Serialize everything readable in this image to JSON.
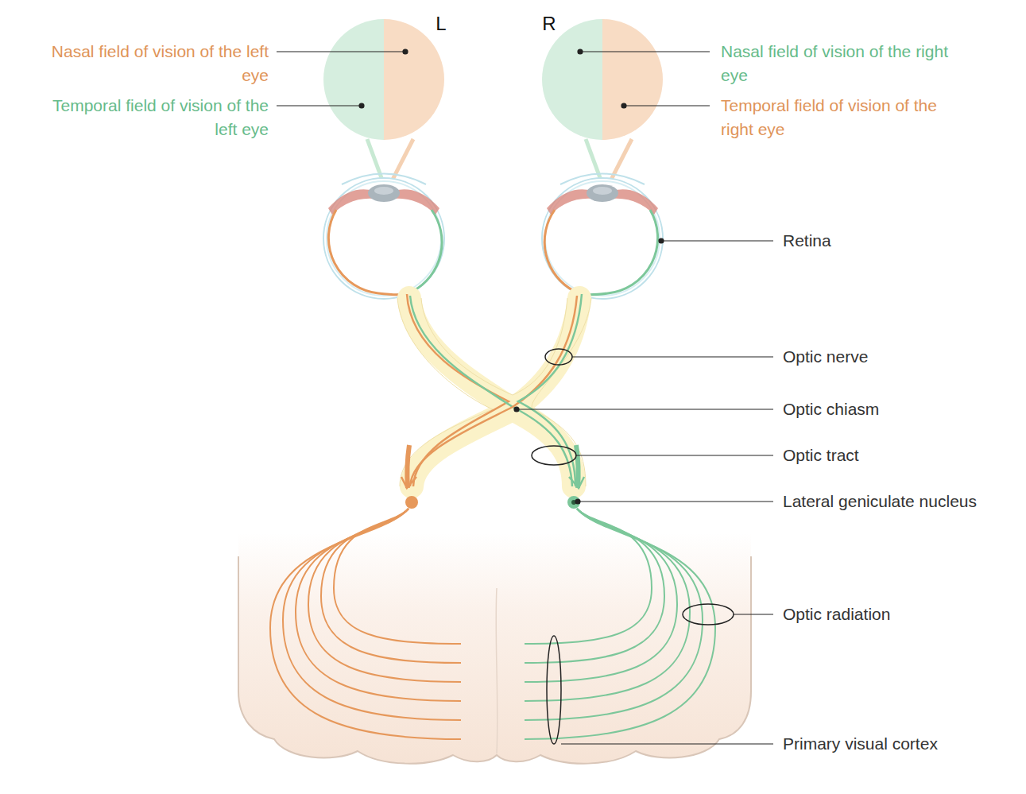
{
  "diagram": {
    "labels": [
      "L",
      "R",
      "Nasal field of vision of the left eye",
      "Temporal field of vision of the left eye",
      "Nasal field of vision of the right eye",
      "Temporal field of vision of the right eye",
      "Retina",
      "Optic nerve",
      "Optic chiasm",
      "Optic tract",
      "Lateral geniculate nucleus",
      "Optic radiation",
      "Primary visual cortex"
    ]
  }
}
